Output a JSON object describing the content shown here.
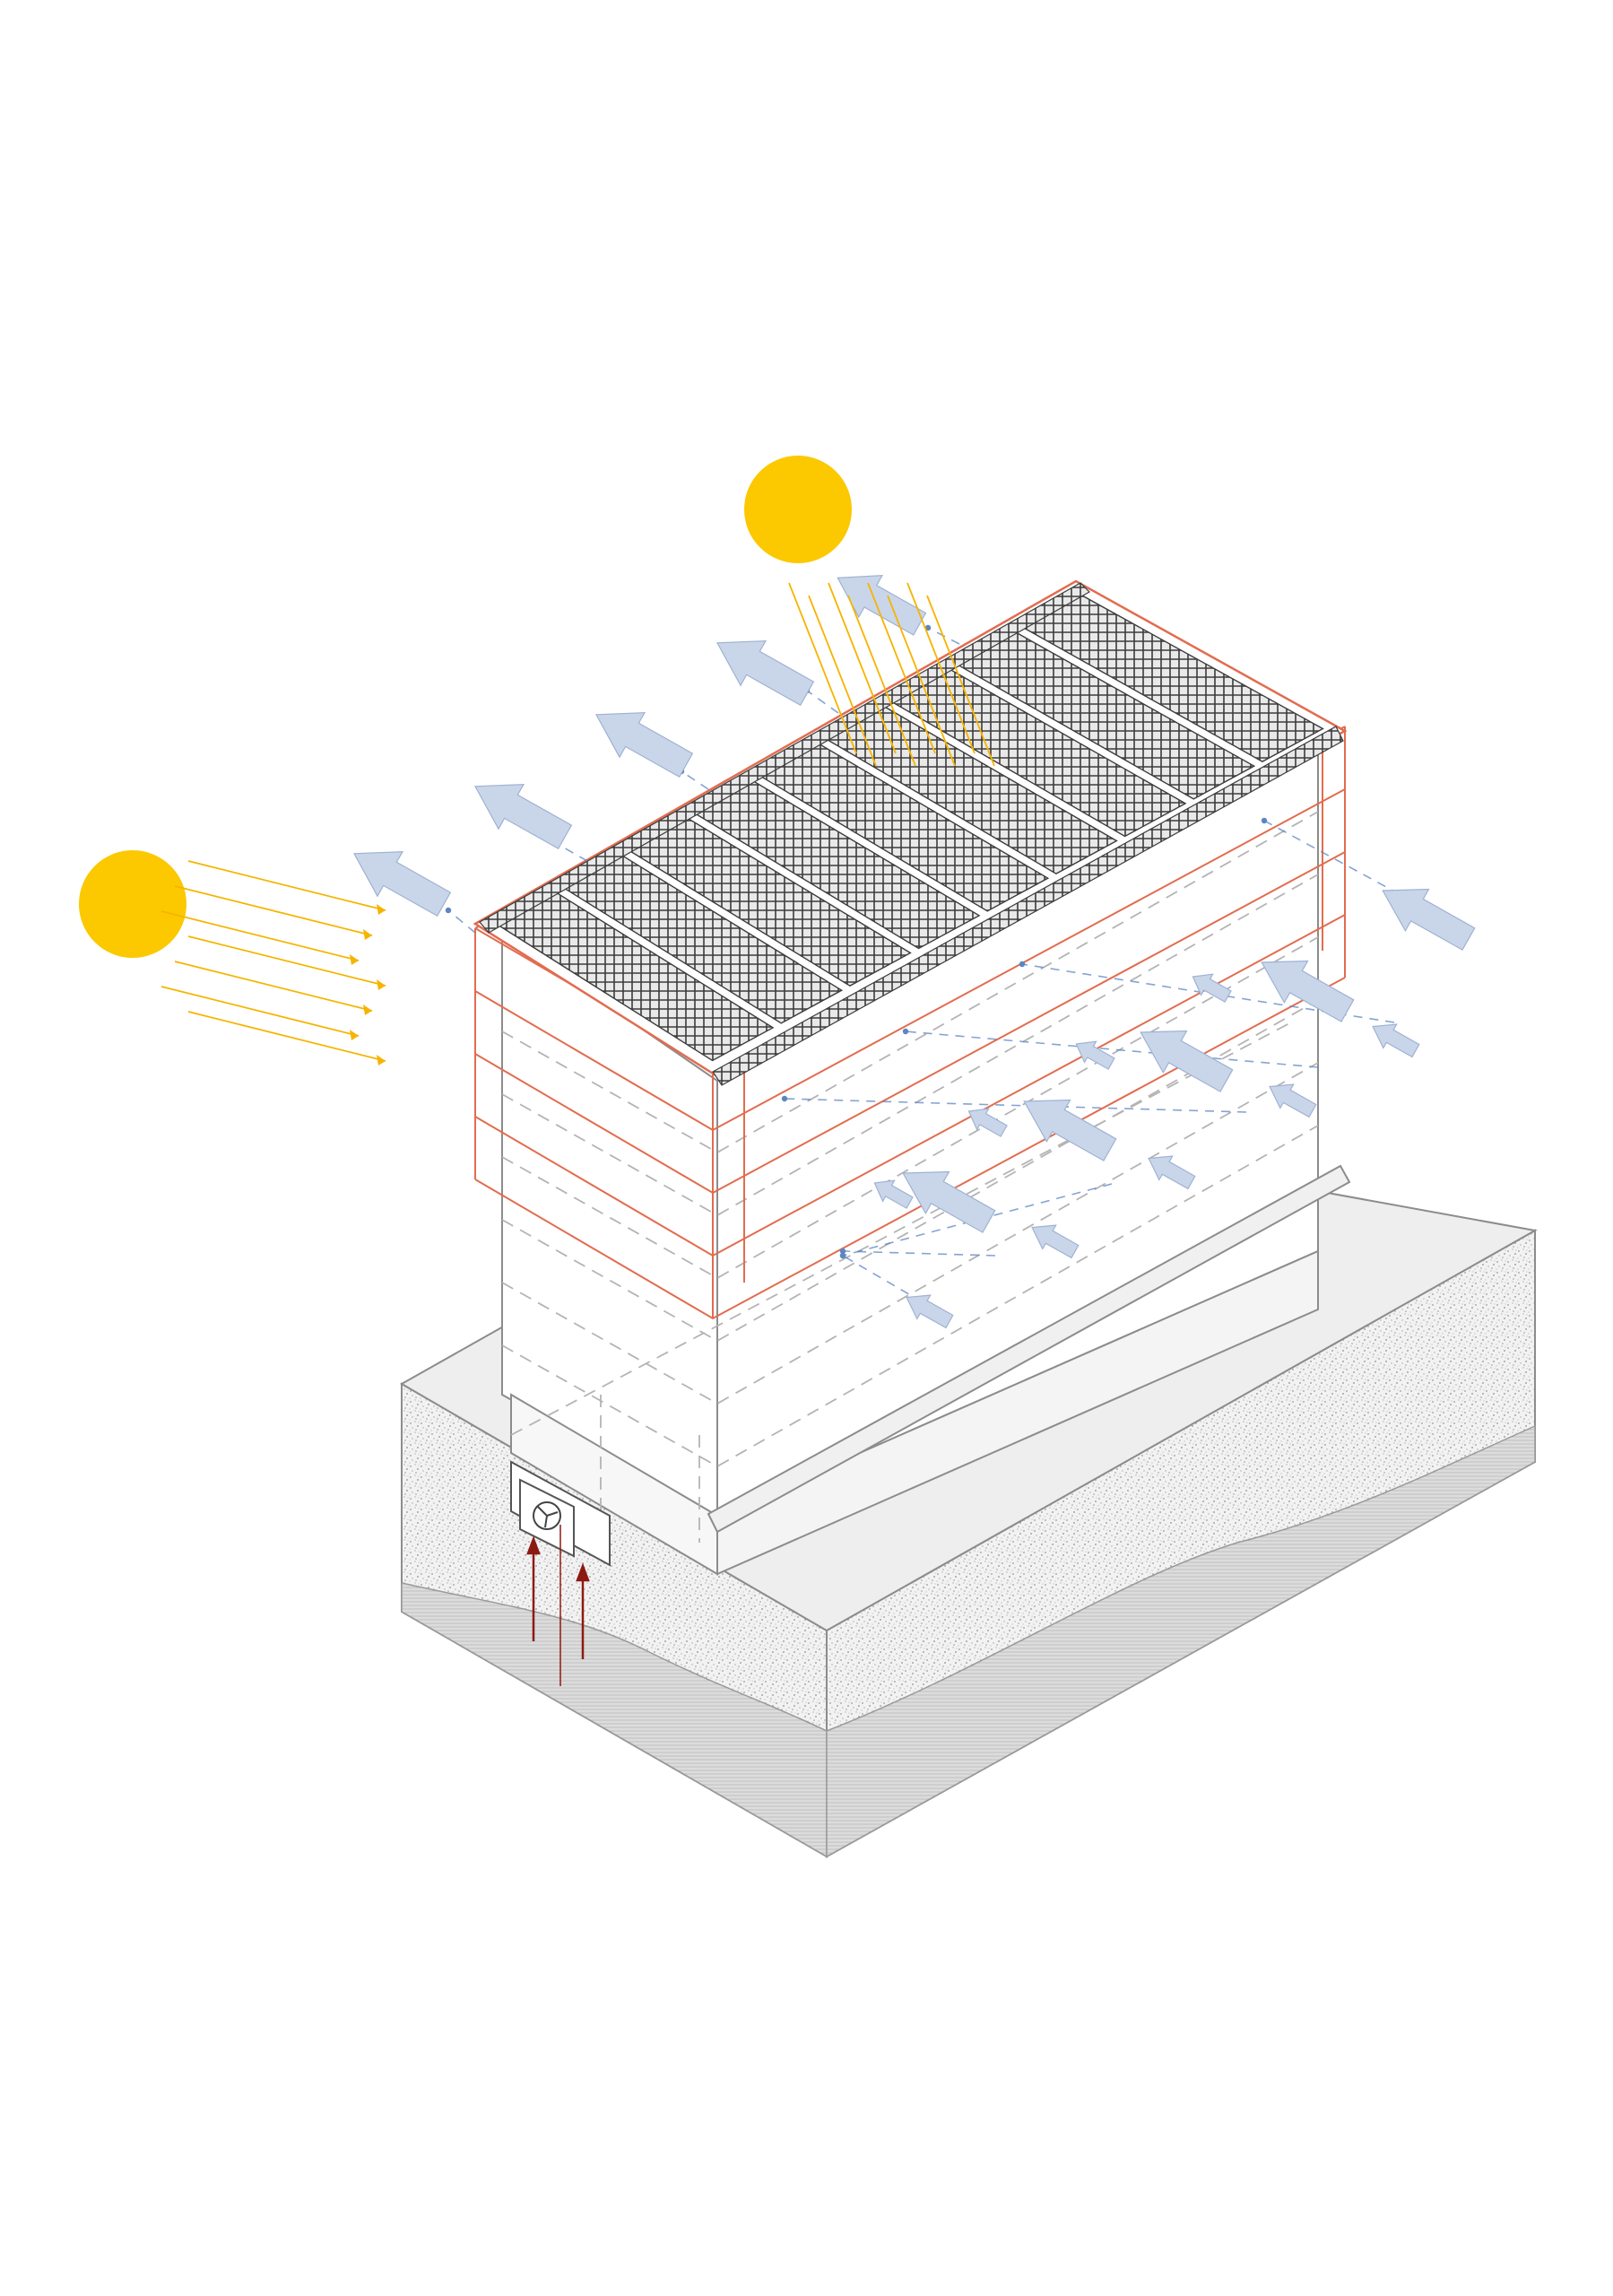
{
  "diagram": {
    "kind": "isometric building climate diagram",
    "colors": {
      "background": "#ffffff",
      "sun": "#fcc800",
      "sun_ray": "#f6b400",
      "wind_arrow_fill": "#c9d6ea",
      "wind_arrow_stroke": "#9fb2d2",
      "wind_flow_line": "#5b86c4",
      "facade_frame": "#e26c4f",
      "building_line": "#8c8c8c",
      "hidden_line": "#b4b4b4",
      "solar_panel": "#3c3c3c",
      "ground_top": "#eeeeee",
      "ground_texture": "#a8a8a8",
      "ground_base": "#d8d8d8",
      "geothermal_arrow": "#8c1a12"
    },
    "icons": {
      "sun_top": "sun-icon",
      "sun_left": "sun-icon",
      "ventilation_unit": "fan-icon",
      "wind": "wind-arrow-icon",
      "geothermal": "heat-arrow-icon"
    },
    "elements": {
      "solar_panel_strips": 9,
      "facade_frame_levels": 5,
      "wind_arrows": 19
    }
  }
}
